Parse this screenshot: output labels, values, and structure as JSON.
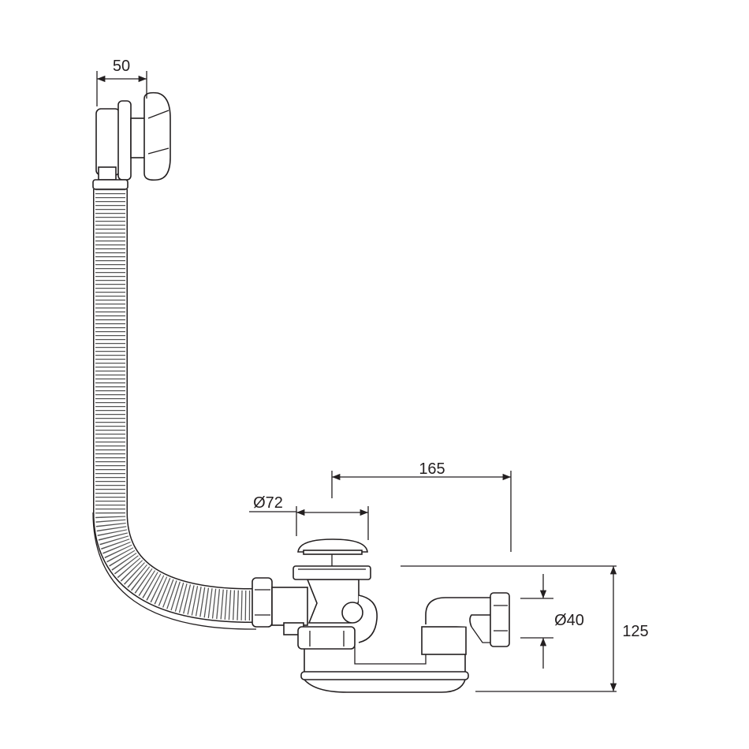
{
  "drawing": {
    "title": "Bath waste and overflow set",
    "dimensions": {
      "overflow_depth": "50",
      "drain_to_outlet": "165",
      "plug_diameter": "Ø72",
      "outlet_diameter": "Ø40",
      "height": "125"
    },
    "colors": {
      "line": "#231f20",
      "background": "#ffffff"
    }
  }
}
